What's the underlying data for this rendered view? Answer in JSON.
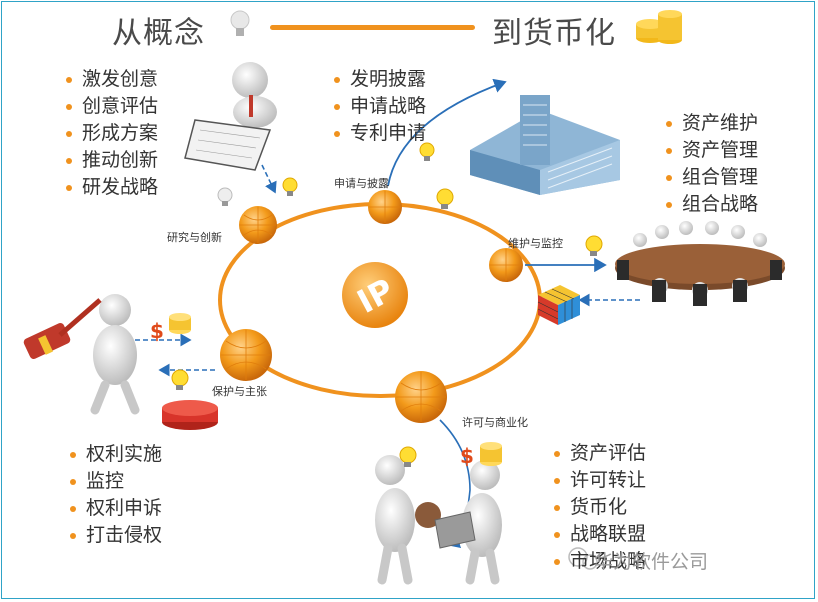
{
  "title": {
    "left": "从概念",
    "right": "到货币化"
  },
  "nodes": {
    "research": "研究与创新",
    "apply": "申请与披露",
    "maintain": "维护与监控",
    "protect": "保护与主张",
    "license": "许可与商业化"
  },
  "center_logo": "IP",
  "bullets": {
    "research": [
      "激发创意",
      "创意评估",
      "形成方案",
      "推动创新",
      "研发战略"
    ],
    "apply": [
      "发明披露",
      "申请战略",
      "专利申请"
    ],
    "maintain": [
      "资产维护",
      "资产管理",
      "组合管理",
      "组合战略"
    ],
    "protect": [
      "权利实施",
      "监控",
      "权利申诉",
      "打击侵权"
    ],
    "license": [
      "资产评估",
      "许可转让",
      "货币化",
      "战略联盟",
      "市场战略"
    ]
  },
  "watermark": "华为软件公司",
  "colors": {
    "accent": "#f0921e",
    "node": "#f39a1a",
    "frame": "#2fa3c7",
    "arrow": "#2a6fb8",
    "text": "#333333"
  }
}
